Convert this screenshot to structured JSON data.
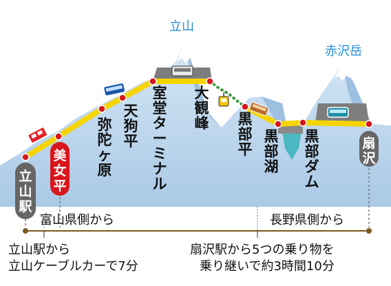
{
  "peaks": {
    "tateyama": "立山",
    "akazawadake": "赤沢岳"
  },
  "stations": {
    "tateyama_station": "立山駅",
    "bijodaira": "美女平",
    "midagahara": "弥陀ヶ原",
    "tengudaira": "天狗平",
    "murodo": "室堂ターミナル",
    "daikanbo": "大観峰",
    "kurobedaira": "黒部平",
    "kurobeko": "黒部湖",
    "kurobe_dam": "黒部ダム",
    "ogisawa": "扇沢"
  },
  "sides": {
    "toyama": "富山県側から",
    "nagano": "長野県側から"
  },
  "notes": {
    "left_line1": "立山駅から",
    "left_line2": "立山ケーブルカーで7分",
    "right_line1": "扇沢駅から5つの乗り物を",
    "right_line2": "乗り継いで約3時間10分"
  },
  "colors": {
    "route": "#f5d400",
    "station_dot": "#d8161b",
    "mountain": "#bcd6ec",
    "mountain_shade": "#9dbfe0",
    "badge_gray": "#666666",
    "badge_red": "#d8161b",
    "peak_text": "#1e90d6",
    "timeline_dot": "#7a5a1e",
    "water": "#4ab8c0",
    "dam": "#8a8a8a"
  }
}
